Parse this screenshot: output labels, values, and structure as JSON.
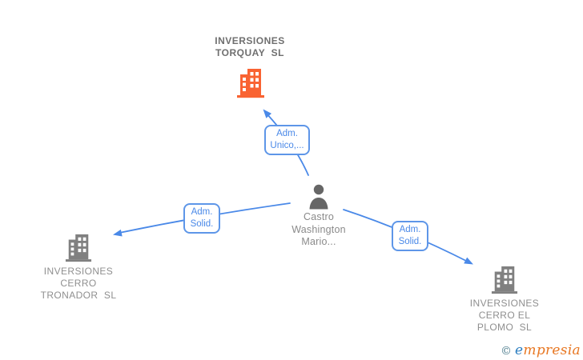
{
  "page": {
    "background": "#ffffff"
  },
  "colors": {
    "edge_blue": "#4a89e8",
    "label_blue": "#4a89e8",
    "company_highlight_orange": "#f96332",
    "company_gray": "#808080",
    "person_gray": "#666666",
    "title_dark_gray": "#6f6f6f",
    "label_gray": "#8f8f8f",
    "logo_copyright_teal": "#4a7b8c",
    "logo_blue": "#2d7fc1",
    "logo_orange": "#e87722"
  },
  "diagram": {
    "nodes": [
      {
        "id": "torquay",
        "type": "company",
        "name": "INVERSIONES\nTORQUAY  SL",
        "highlighted": true
      },
      {
        "id": "person",
        "type": "person",
        "name": "Castro\nWashington\nMario...",
        "highlighted": false
      },
      {
        "id": "tronador",
        "type": "company",
        "name": "INVERSIONES\nCERRO\nTRONADOR  SL",
        "highlighted": false
      },
      {
        "id": "plomo",
        "type": "company",
        "name": "INVERSIONES\nCERRO EL\nPLOMO  SL",
        "highlighted": false
      }
    ],
    "edges": [
      {
        "from": "person",
        "to": "torquay",
        "label": "Adm.\nUnico,..."
      },
      {
        "from": "person",
        "to": "tronador",
        "label": "Adm.\nSolid."
      },
      {
        "from": "person",
        "to": "plomo",
        "label": "Adm.\nSolid."
      }
    ]
  },
  "footer": {
    "copyright": "©",
    "brand_e": "e",
    "brand_rest": "mpresia"
  }
}
